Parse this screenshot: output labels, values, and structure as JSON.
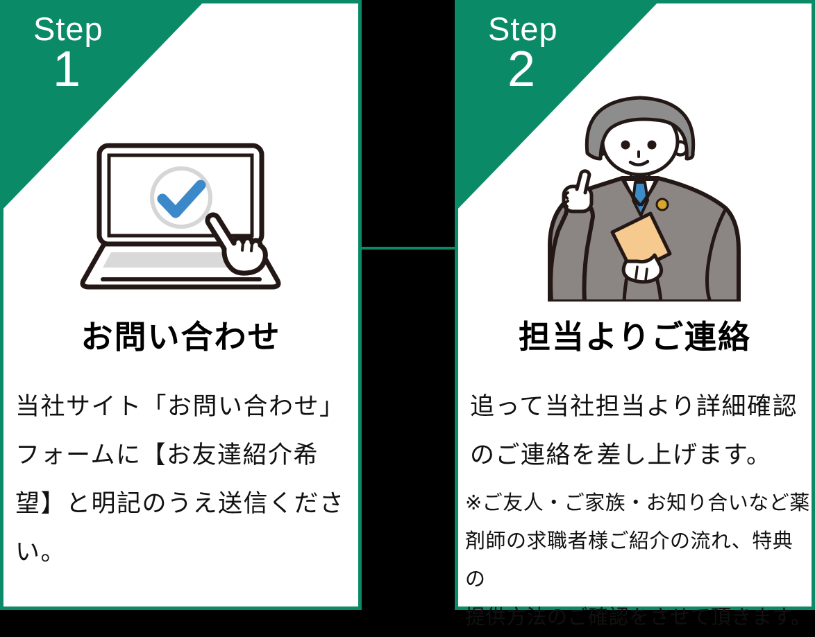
{
  "colors": {
    "brand_green": "#0b8a68",
    "background_black": "#000000",
    "card_white": "#ffffff",
    "outline_dark": "#231815",
    "accent_blue_check": "#3c89ca",
    "tie_blue": "#3c8cc8",
    "keyboard_gray": "#d9d9d9",
    "circle_gray": "#d6d6d6",
    "hair_gray": "#8d8d8d",
    "suit_gray": "#8b8583",
    "folder_orange": "#f6c98e",
    "pin_gold": "#d9a62c",
    "text_black": "#111111"
  },
  "steps": [
    {
      "badge_label": "Step",
      "badge_number": "1",
      "illustration": "laptop-checkmark-click-icon",
      "title": "お問い合わせ",
      "body_lines": {
        "0": "当社サイト「お問い合わせ」",
        "1": "フォームに【お友達紹介希",
        "2": "望】と明記のうえ送信くださ",
        "3": "い。"
      }
    },
    {
      "badge_label": "Step",
      "badge_number": "2",
      "illustration": "businessman-pointing-icon",
      "title": "担当よりご連絡",
      "body_lines": {
        "0": "追って当社担当より詳細確認",
        "1": "のご連絡を差し上げます。"
      },
      "note_lines": {
        "0": "※ご友人・ご家族・お知り合いなど薬",
        "1": "剤師の求職者様ご紹介の流れ、特典の",
        "2": "提供方法のご確認をさせて頂きます。"
      }
    }
  ]
}
